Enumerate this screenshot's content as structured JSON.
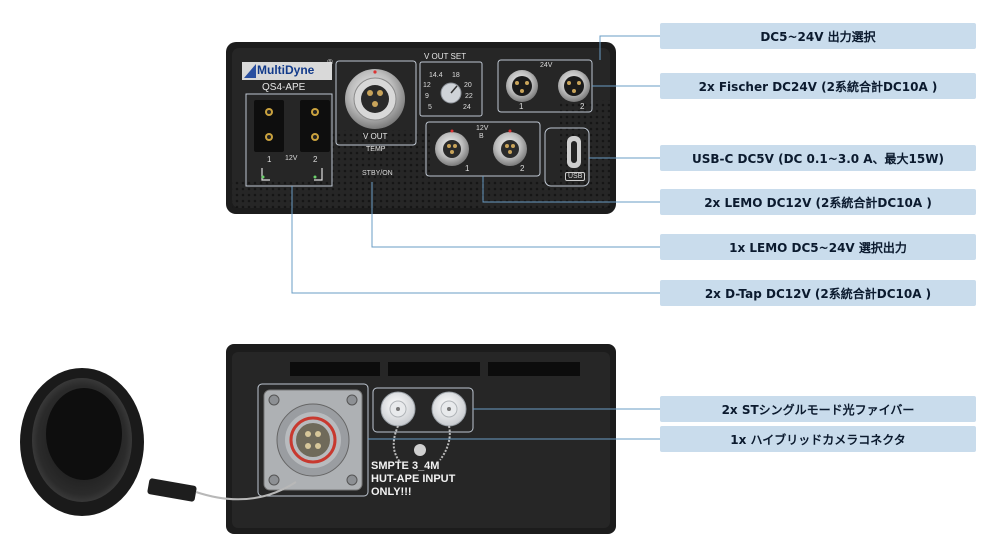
{
  "top_device": {
    "brand": "MultiDyne",
    "registered_mark": "®",
    "model": "QS4-APE",
    "vout_label": "V OUT",
    "temp_label": "TEMP",
    "vout_set_label": "V OUT SET",
    "dial_values": [
      "14.4",
      "18",
      "12",
      "20",
      "9",
      "22",
      "5",
      "24"
    ],
    "fischer_voltage": "24V",
    "fischer_port_numbers": [
      "1",
      "2"
    ],
    "lemo_voltage": "12V",
    "lemo_sub": "B",
    "lemo_port_numbers": [
      "1",
      "2"
    ],
    "usb_label": "USB",
    "dtap_numbers": [
      "1",
      "2"
    ],
    "dtap_voltage": "12V",
    "stby_label": "STBY/ON"
  },
  "bottom_device": {
    "smpte_line1": "SMPTE 3_4M",
    "smpte_line2": "HUT-APE INPUT",
    "smpte_line3": "ONLY!!!"
  },
  "callouts": [
    {
      "text": "DC5~24V 出力選択"
    },
    {
      "text": "2x Fischer DC24V (2系統合計DC10A )"
    },
    {
      "text": "USB-C DC5V (DC 0.1~3.0 A、最大15W)"
    },
    {
      "text": "2x LEMO DC12V (2系統合計DC10A )"
    },
    {
      "text": "1x LEMO DC5~24V 選択出力"
    },
    {
      "text": "2x D-Tap DC12V (2系統合計DC10A )"
    },
    {
      "text": "2x STシングルモード光ファイバー"
    },
    {
      "text": "1x ハイブリッドカメラコネクタ"
    }
  ],
  "colors": {
    "callout_bg": "#c9dcec",
    "leader_line": "#6a9cc4",
    "device_body": "#1c1c1c",
    "panel_outline": "#bfc7d2"
  }
}
